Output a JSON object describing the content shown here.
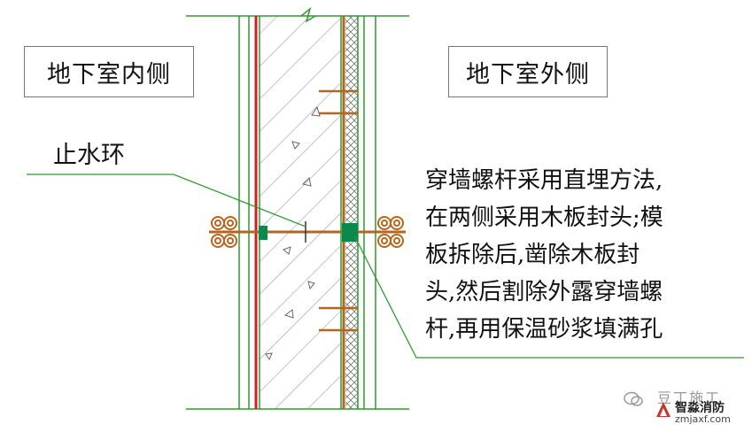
{
  "labels": {
    "inner_side": "地下室内侧",
    "outer_side": "地下室外侧",
    "water_stop": "止水环"
  },
  "note_lines": [
    "穿墙螺杆采用直埋方法,",
    "在两侧采用木板封头;模",
    "板拆除后,凿除木板封",
    "头,然后割除外露穿墙螺",
    "杆,再用保温砂浆填满孔"
  ],
  "watermark": {
    "top_text": "豆丁施工",
    "brand": "智淼消防",
    "url": "zmjaxf.com"
  },
  "colors": {
    "wall_line": "#2f9b2f",
    "waterproof_red": "#d81b1b",
    "bolt": "#b5651d",
    "water_stop": "#0a8a4a",
    "hatch": "#6a6a6a"
  }
}
